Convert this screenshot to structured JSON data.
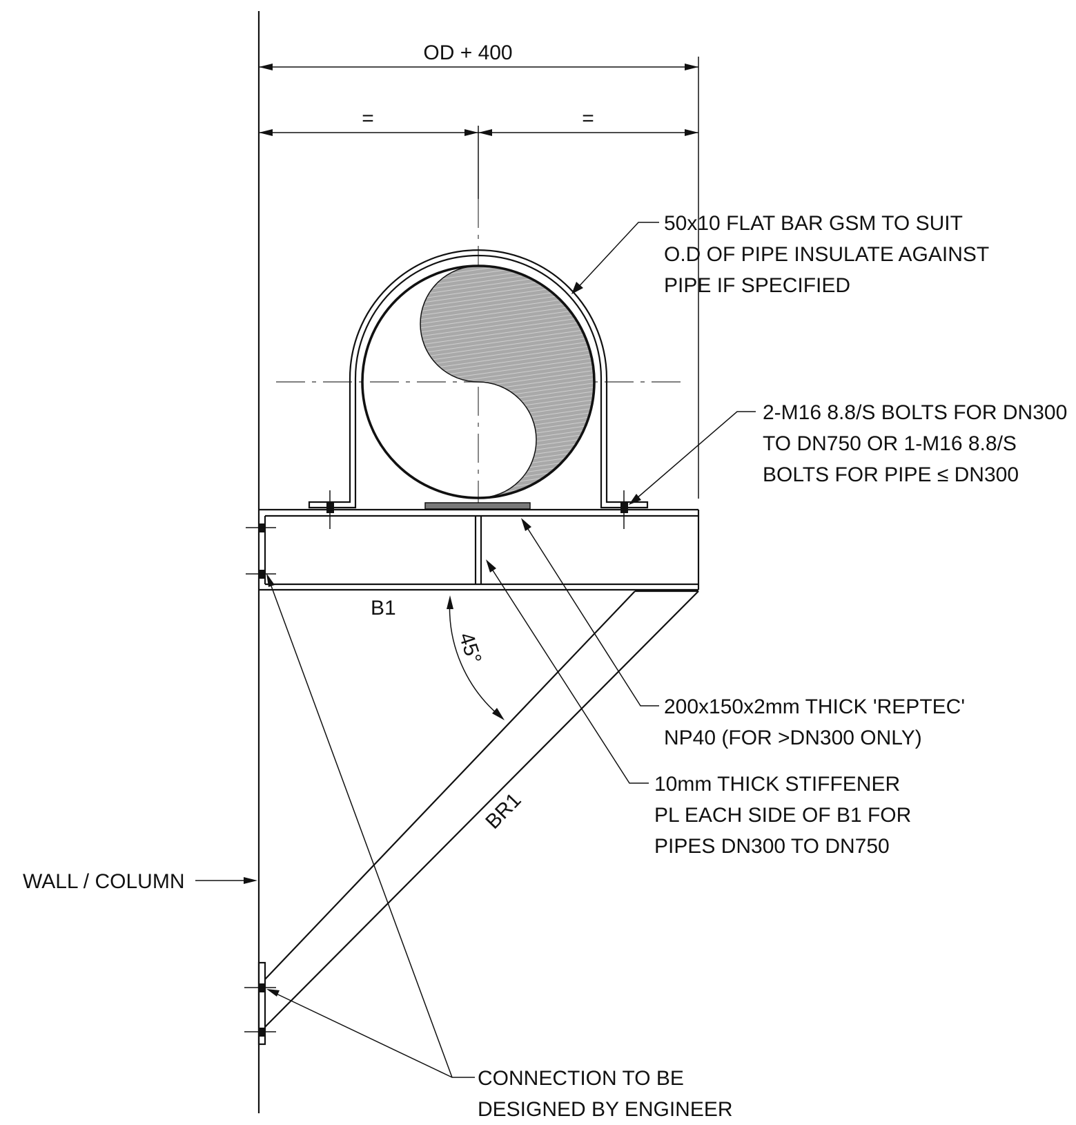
{
  "colors": {
    "line": "#111111",
    "hatch_fill": "#a9a9a9",
    "pad_fill": "#7a7a7a",
    "centerline": "#555555",
    "background": "#ffffff"
  },
  "dimensions": {
    "overall": "OD + 400",
    "left_half": "=",
    "right_half": "="
  },
  "labels": {
    "beam": "B1",
    "brace": "BR1",
    "angle": "45°"
  },
  "notes": {
    "flat_bar": [
      "50x10 FLAT BAR GSM TO SUIT",
      "O.D OF PIPE INSULATE AGAINST",
      "PIPE IF SPECIFIED"
    ],
    "bolts": [
      "2-M16 8.8/S BOLTS FOR DN300",
      "TO DN750 OR 1-M16 8.8/S",
      "BOLTS FOR PIPE ≤ DN300"
    ],
    "reptec": [
      "200x150x2mm THICK 'REPTEC'",
      "NP40 (FOR >DN300 ONLY)"
    ],
    "stiffener": [
      "10mm THICK STIFFENER",
      "PL EACH SIDE OF B1 FOR",
      "PIPES DN300 TO DN750"
    ],
    "wall": "WALL / COLUMN",
    "connection": [
      "CONNECTION TO BE",
      "DESIGNED BY ENGINEER"
    ]
  }
}
